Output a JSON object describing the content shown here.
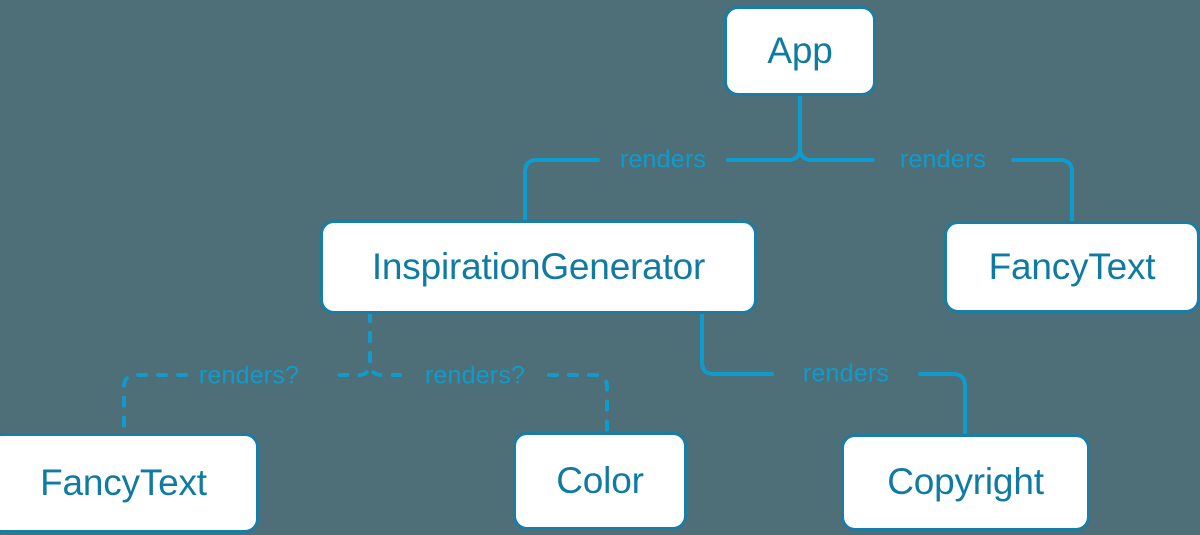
{
  "diagram": {
    "title": "React component render tree",
    "type": "tree-diagram",
    "background_color": "#4e6e78",
    "node_fill_color": "#ffffff",
    "node_border_color": "#1b7ca4",
    "node_text_color": "#0f7ba3",
    "edge_color": "#0f9ccd",
    "nodes": [
      {
        "id": "app",
        "label": "App"
      },
      {
        "id": "inspiration-generator",
        "label": "InspirationGenerator"
      },
      {
        "id": "fancytext-right",
        "label": "FancyText"
      },
      {
        "id": "fancytext-bottom",
        "label": "FancyText"
      },
      {
        "id": "color",
        "label": "Color"
      },
      {
        "id": "copyright",
        "label": "Copyright"
      }
    ],
    "edges": [
      {
        "id": "app-to-inspiration",
        "from": "app",
        "to": "inspiration-generator",
        "label": "renders",
        "style": "solid"
      },
      {
        "id": "app-to-fancytext-right",
        "from": "app",
        "to": "fancytext-right",
        "label": "renders",
        "style": "solid"
      },
      {
        "id": "inspiration-to-fancytext-bottom",
        "from": "inspiration-generator",
        "to": "fancytext-bottom",
        "label": "renders?",
        "style": "dashed"
      },
      {
        "id": "inspiration-to-color",
        "from": "inspiration-generator",
        "to": "color",
        "label": "renders?",
        "style": "dashed"
      },
      {
        "id": "inspiration-to-copyright",
        "from": "inspiration-generator",
        "to": "copyright",
        "label": "renders",
        "style": "solid"
      }
    ]
  }
}
